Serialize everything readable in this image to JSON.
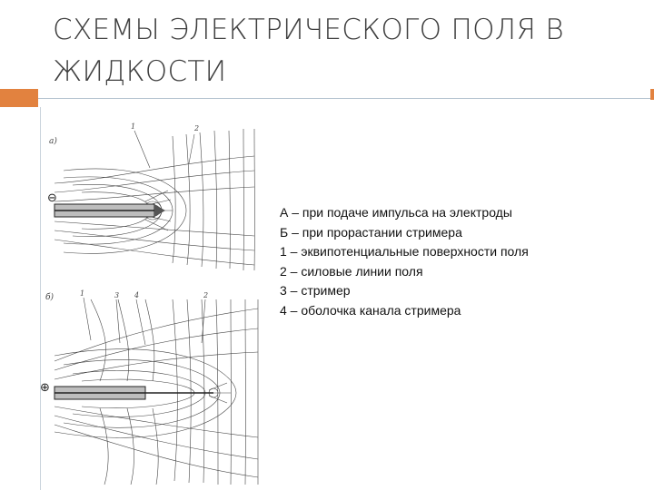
{
  "slide": {
    "title_line1": "СХЕМЫ ЭЛЕКТРИЧЕСКОГО ПОЛЯ В",
    "title_line2": "ЖИДКОСТИ",
    "accent_color": "#e2823f",
    "divider_color": "#b4c3d0"
  },
  "figure": {
    "panel_a": {
      "label": "a)",
      "polarity": "⊖",
      "callouts": [
        "1",
        "2"
      ]
    },
    "panel_b": {
      "label": "б)",
      "polarity": "⊕",
      "callouts": [
        "1",
        "3",
        "4",
        "2"
      ]
    }
  },
  "legend": {
    "lines": [
      "А – при подаче импульса на электроды",
      "Б – при прорастании стримера",
      "1 – эквипотенциальные поверхности поля",
      "2 – силовые линии поля",
      "3 – стример",
      "4 – оболочка канала стримера"
    ]
  }
}
